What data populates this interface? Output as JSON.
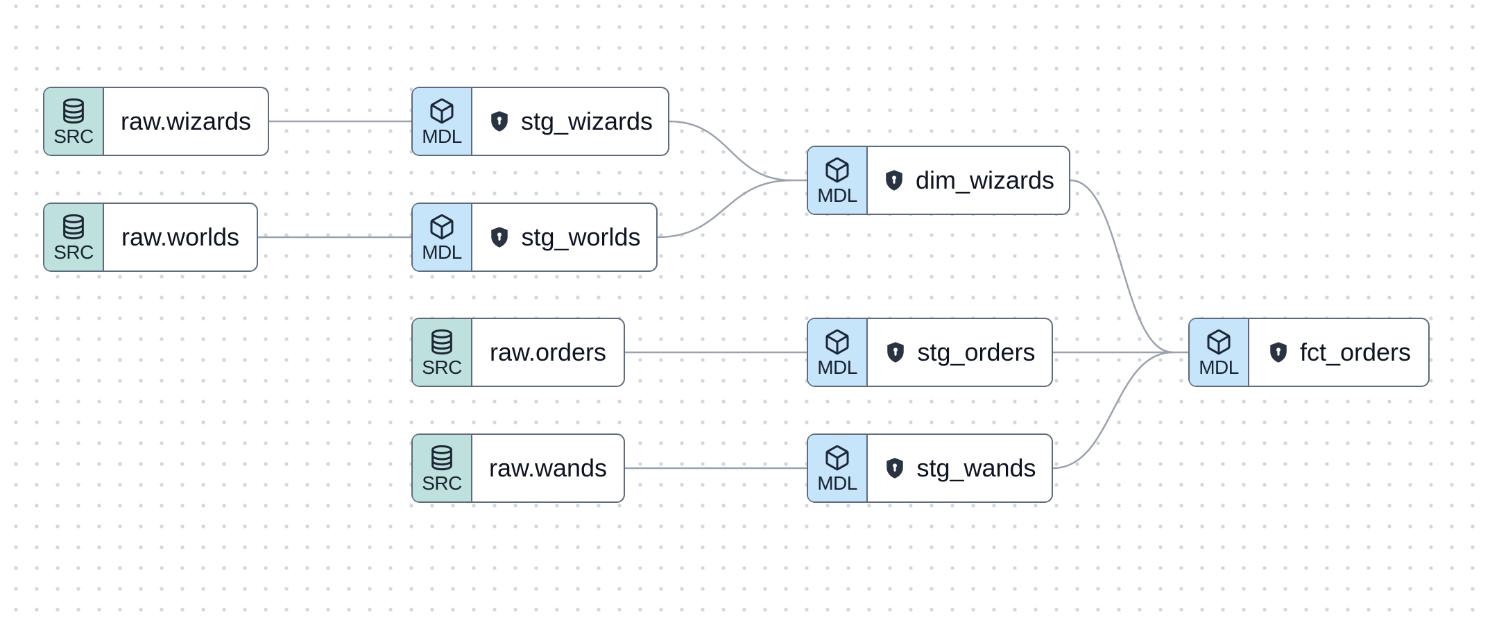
{
  "canvas": {
    "background_color": "#ffffff",
    "dot_color": "#d4d6da",
    "edge_color": "#9aa2af",
    "node_border_color": "#5f6b7c"
  },
  "node_types": {
    "SRC": {
      "label": "SRC",
      "badge_color": "#bfe1dd",
      "icon": "database-icon"
    },
    "MDL": {
      "label": "MDL",
      "badge_color": "#c6e4fa",
      "icon": "cube-icon"
    }
  },
  "shield_icon": {
    "name": "shield-lock-icon",
    "fill": "#2a3342"
  },
  "nodes": [
    {
      "id": "raw_wizards",
      "kind": "SRC",
      "label": "raw.wizards",
      "shield": false
    },
    {
      "id": "raw_worlds",
      "kind": "SRC",
      "label": "raw.worlds",
      "shield": false
    },
    {
      "id": "stg_wizards",
      "kind": "MDL",
      "label": "stg_wizards",
      "shield": true
    },
    {
      "id": "stg_worlds",
      "kind": "MDL",
      "label": "stg_worlds",
      "shield": true
    },
    {
      "id": "dim_wizards",
      "kind": "MDL",
      "label": "dim_wizards",
      "shield": true
    },
    {
      "id": "raw_orders",
      "kind": "SRC",
      "label": "raw.orders",
      "shield": false
    },
    {
      "id": "stg_orders",
      "kind": "MDL",
      "label": "stg_orders",
      "shield": true
    },
    {
      "id": "raw_wands",
      "kind": "SRC",
      "label": "raw.wands",
      "shield": false
    },
    {
      "id": "stg_wands",
      "kind": "MDL",
      "label": "stg_wands",
      "shield": true
    },
    {
      "id": "fct_orders",
      "kind": "MDL",
      "label": "fct_orders",
      "shield": true
    }
  ],
  "edges": [
    {
      "from": "raw_wizards",
      "to": "stg_wizards"
    },
    {
      "from": "raw_worlds",
      "to": "stg_worlds"
    },
    {
      "from": "raw_orders",
      "to": "stg_orders"
    },
    {
      "from": "raw_wands",
      "to": "stg_wands"
    },
    {
      "from": "stg_wizards",
      "to": "dim_wizards"
    },
    {
      "from": "stg_worlds",
      "to": "dim_wizards"
    },
    {
      "from": "dim_wizards",
      "to": "fct_orders"
    },
    {
      "from": "stg_orders",
      "to": "fct_orders"
    },
    {
      "from": "stg_wands",
      "to": "fct_orders"
    }
  ]
}
